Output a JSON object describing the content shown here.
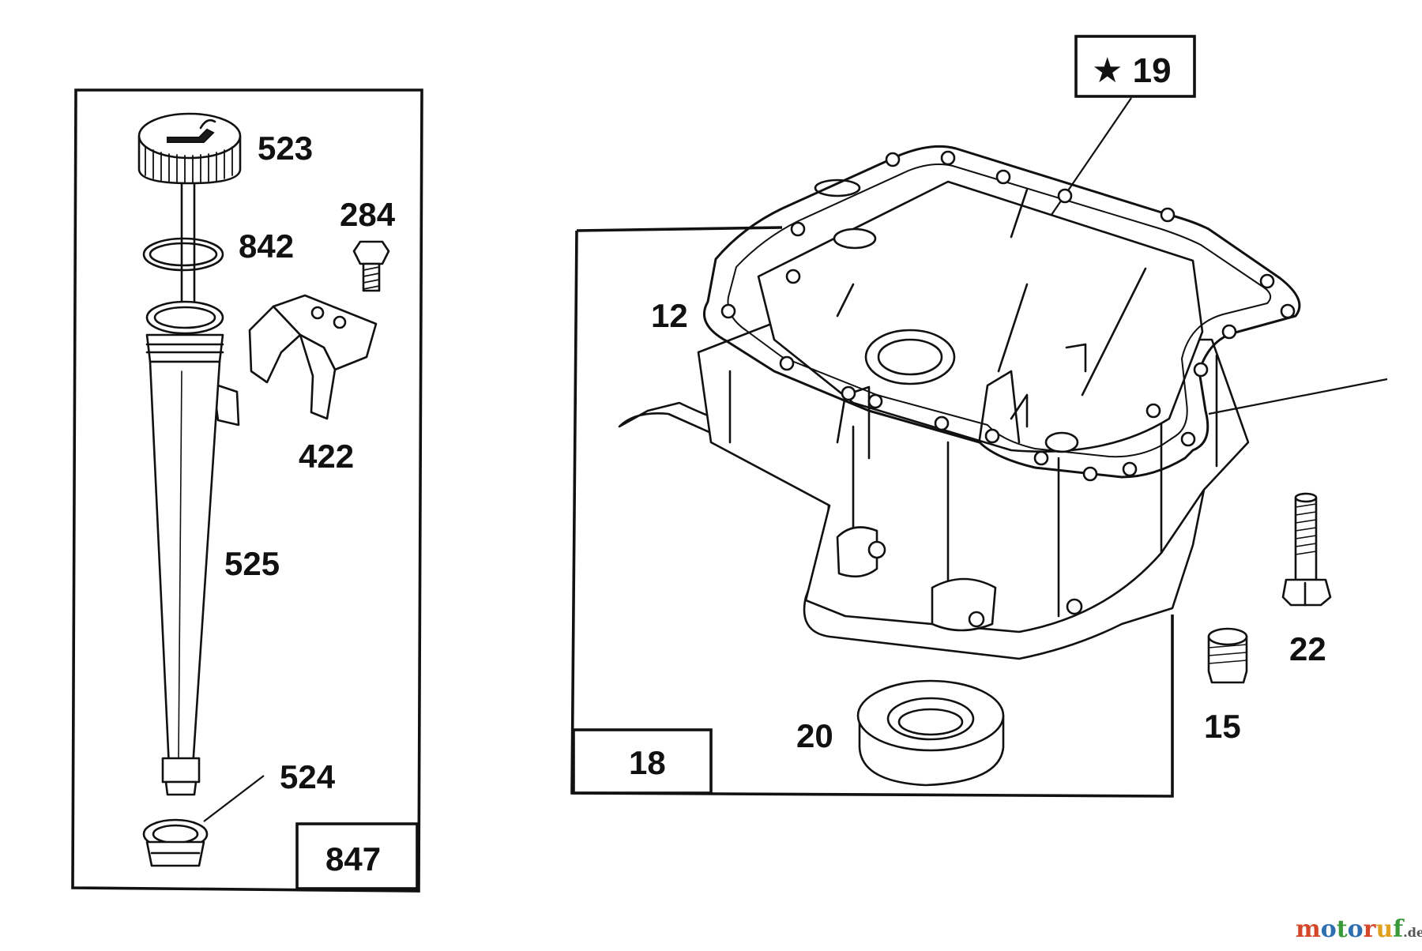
{
  "diagram": {
    "left_group": {
      "box_label": "847",
      "parts": {
        "cap": "523",
        "o_ring": "842",
        "screw": "284",
        "bracket": "422",
        "tube": "525",
        "seal": "524"
      }
    },
    "right_group": {
      "box_label": "18",
      "parts": {
        "gasket_star": "★ 19",
        "gasket": "12",
        "oil_seal": "20",
        "plug": "15",
        "bolt": "22"
      }
    }
  },
  "watermark": {
    "brand_segments": [
      "m",
      "o",
      "t",
      "o",
      "r",
      "u",
      "f"
    ],
    "brand_colors": [
      "#d4472a",
      "#2f6fb0",
      "#3a9a3a",
      "#2f6fb0",
      "#d4472a",
      "#e0a020",
      "#3a9a3a"
    ],
    "suffix": ".de"
  }
}
